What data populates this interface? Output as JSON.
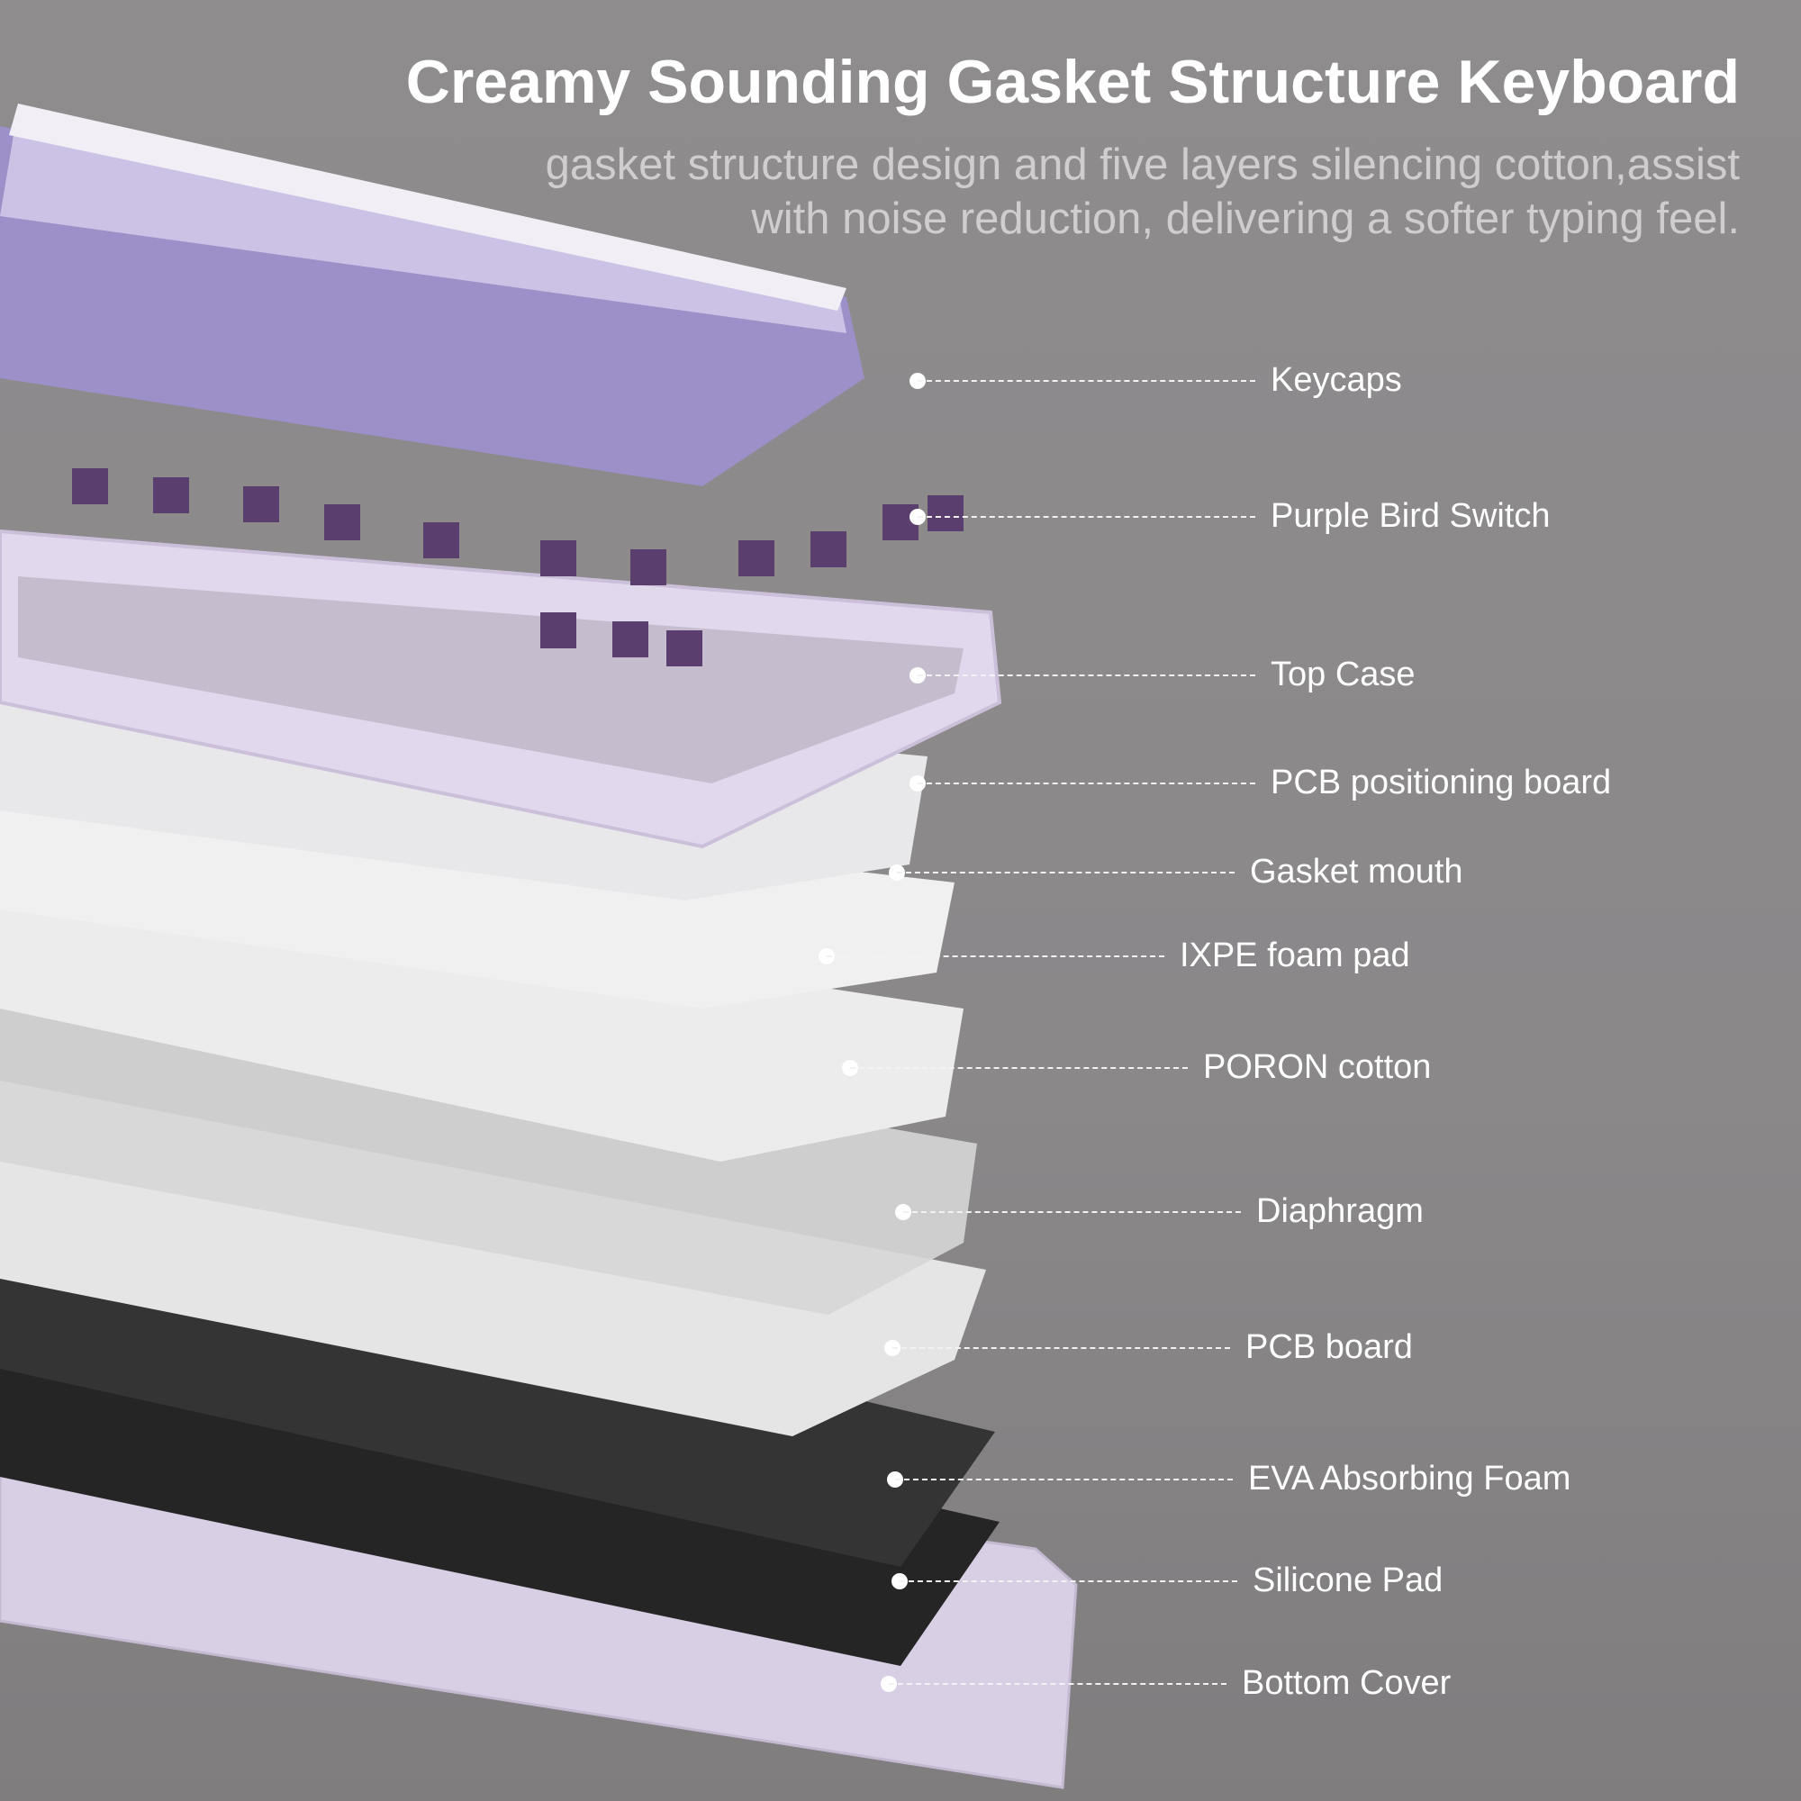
{
  "title": "Creamy Sounding Gasket Structure Keyboard",
  "subtitle": [
    "gasket structure design and five layers silencing cotton,assist",
    "with noise reduction, delivering a softer typing feel."
  ],
  "layers": [
    {
      "label": "Keycaps"
    },
    {
      "label": "Purple Bird Switch"
    },
    {
      "label": "Top Case"
    },
    {
      "label": "PCB positioning board"
    },
    {
      "label": "Gasket mouth"
    },
    {
      "label": "IXPE foam pad"
    },
    {
      "label": "PORON cotton"
    },
    {
      "label": "Diaphragm"
    },
    {
      "label": "PCB board"
    },
    {
      "label": "EVA Absorbing Foam"
    },
    {
      "label": "Silicone Pad"
    },
    {
      "label": "Bottom Cover"
    }
  ],
  "colors": {
    "background": "#8a8889",
    "keycap_purple": "#9d8fc7",
    "keycap_white": "#f1eff5",
    "case_lilac": "#ddd3ea",
    "foam_black": "#2b2a2b"
  }
}
